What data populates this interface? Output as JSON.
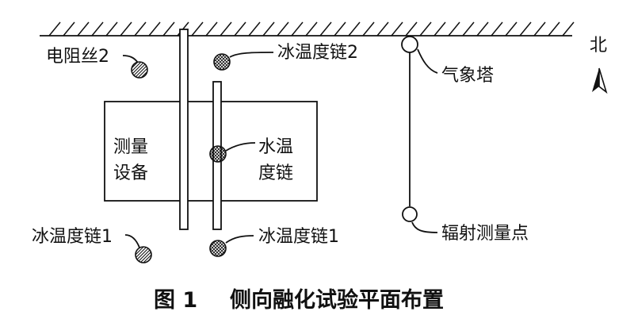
{
  "labels": {
    "resistance_wire_2": "电阻丝2",
    "ice_temp_chain_2": "冰温度链2",
    "weather_tower": "气象塔",
    "north": "北",
    "measuring_equipment_line1": "测量",
    "measuring_equipment_line2": "设备",
    "water_temp_chain_line1": "水温",
    "water_temp_chain_line2": "度链",
    "ice_temp_chain_1_left": "冰温度链1",
    "ice_temp_chain_1_right": "冰温度链1",
    "radiation_point": "辐射测量点"
  },
  "caption": {
    "figure_number": "图 1",
    "title": "侧向融化试验平面布置"
  },
  "colors": {
    "ink": "#111111",
    "background": "#ffffff"
  },
  "icons": {
    "north_arrow": "north-arrow-icon"
  }
}
